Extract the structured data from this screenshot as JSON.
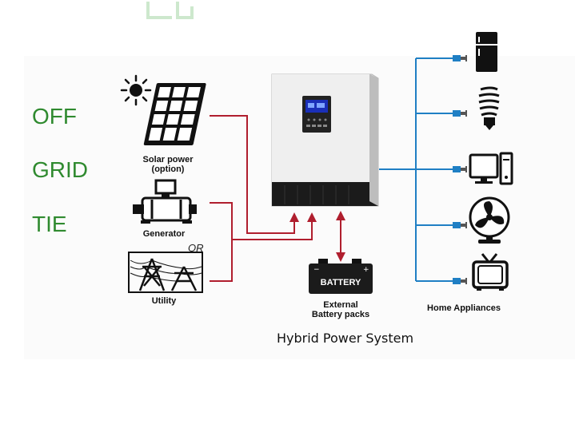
{
  "side_labels": [
    "OFF",
    "GRID",
    "TIE"
  ],
  "sources": {
    "solar": "Solar power",
    "solar_note": "(option)",
    "generator": "Generator",
    "or": "OR",
    "utility": "Utility"
  },
  "battery": {
    "label": "BATTERY",
    "caption_line1": "External",
    "caption_line2": "Battery packs"
  },
  "appliances_caption": "Home Appliances",
  "title": "Hybrid Power System",
  "colors": {
    "source_wire": "#b01e2e",
    "appliance_wire": "#1f7fc4",
    "side_label": "#2f8a2f",
    "inverter_body": "#d9d9d9",
    "inverter_base": "#1b1b1b",
    "display": "#1a2fb8"
  },
  "appliances": [
    "fridge-icon",
    "bulb-icon",
    "computer-icon",
    "fan-icon",
    "tv-icon"
  ]
}
